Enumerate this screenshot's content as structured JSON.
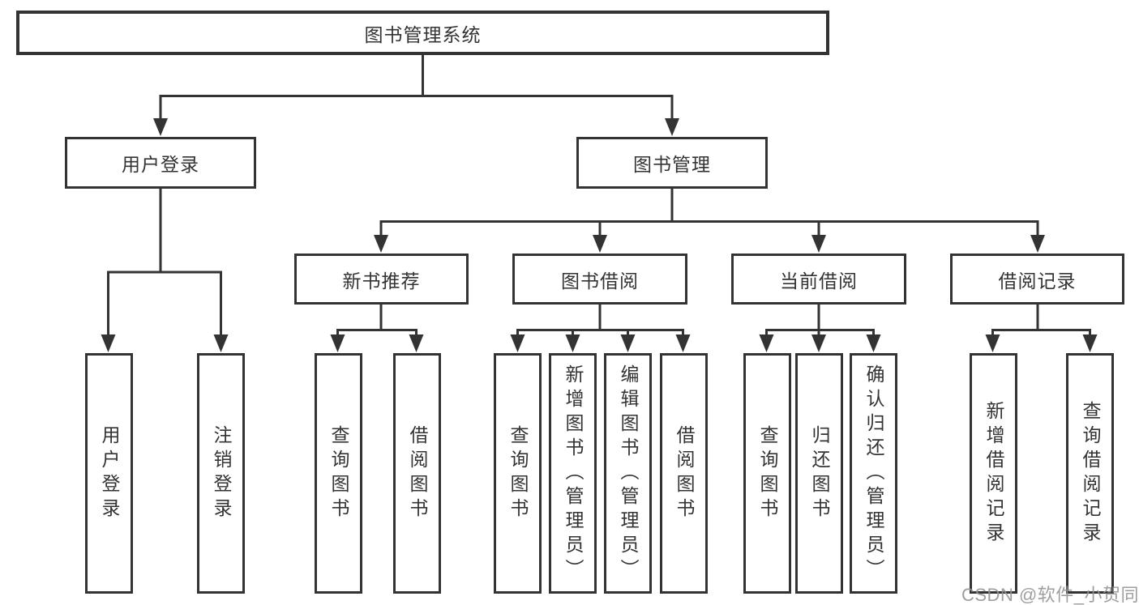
{
  "diagram_type": "hierarchy",
  "tree": {
    "label": "图书管理系统",
    "children": [
      {
        "label": "用户登录",
        "children": [
          {
            "label": "用户登录"
          },
          {
            "label": "注销登录"
          }
        ]
      },
      {
        "label": "图书管理",
        "children": [
          {
            "label": "新书推荐",
            "children": [
              {
                "label": "查询图书"
              },
              {
                "label": "借阅图书"
              }
            ]
          },
          {
            "label": "图书借阅",
            "children": [
              {
                "label": "查询图书"
              },
              {
                "label": "新增图书（管理员）"
              },
              {
                "label": "编辑图书（管理员）"
              },
              {
                "label": "借阅图书"
              }
            ]
          },
          {
            "label": "当前借阅",
            "children": [
              {
                "label": "查询图书"
              },
              {
                "label": "归还图书"
              },
              {
                "label": "确认归还（管理员）"
              }
            ]
          },
          {
            "label": "借阅记录",
            "children": [
              {
                "label": "新增借阅记录"
              },
              {
                "label": "查询借阅记录"
              }
            ]
          }
        ]
      }
    ]
  },
  "watermark": {
    "text": "CSDN @软件_小贺同学"
  },
  "colors": {
    "line": "#333333",
    "box_border": "#333333",
    "text": "#333333",
    "watermark": "#949494",
    "background": "#ffffff"
  }
}
